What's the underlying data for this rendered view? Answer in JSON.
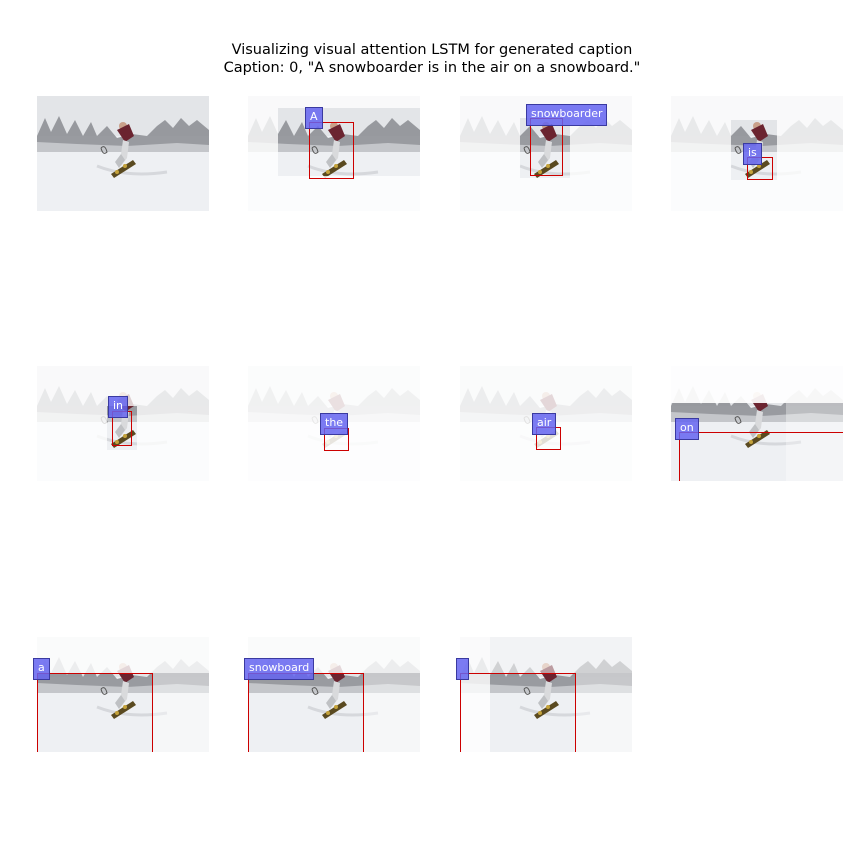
{
  "figure": {
    "title_line1": "Visualizing visual attention LSTM for generated caption",
    "title_line2": "Caption: 0, \"A snowboarder is in the air on a snowboard.\""
  },
  "tokens": [
    "A",
    "snowboarder",
    "is",
    "in",
    "the",
    "air",
    "on",
    "a",
    "snowboard",
    ""
  ],
  "colors": {
    "label_fill": "#6464f0",
    "box_stroke": "#cc0000",
    "snow": "#eef0f3",
    "trees": "#5d5f63",
    "jacket": "#6b2430"
  },
  "icons": {
    "panel_image": "snowboarder-photo"
  }
}
